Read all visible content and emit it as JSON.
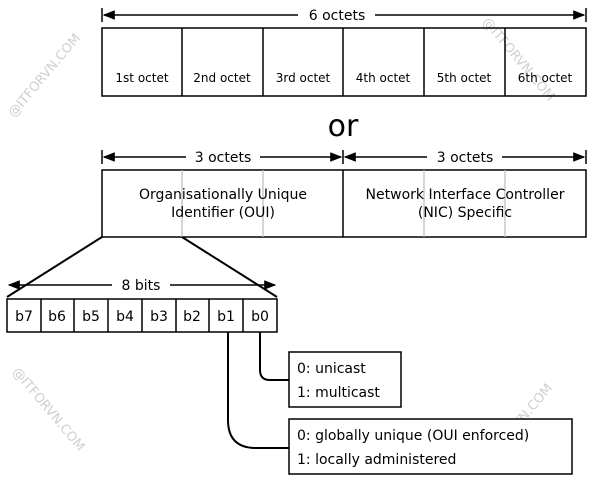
{
  "mac": {
    "octets_label": "6 octets",
    "octets": [
      "1st octet",
      "2nd octet",
      "3rd octet",
      "4th octet",
      "5th octet",
      "6th octet"
    ]
  },
  "or_label": "or",
  "oui": {
    "octets_label": "3 octets",
    "line1": "Organisationally Unique",
    "line2": "Identifier (OUI)"
  },
  "nic": {
    "octets_label": "3 octets",
    "line1": "Network Interface Controller",
    "line2": "(NIC) Specific"
  },
  "bits": {
    "label": "8 bits",
    "cells": [
      "b7",
      "b6",
      "b5",
      "b4",
      "b3",
      "b2",
      "b1",
      "b0"
    ]
  },
  "b0_box": {
    "line1": "0: unicast",
    "line2": "1: multicast"
  },
  "b1_box": {
    "line1": "0: globally unique (OUI enforced)",
    "line2": "1: locally administered"
  },
  "watermark": "@ITFORVN.COM"
}
